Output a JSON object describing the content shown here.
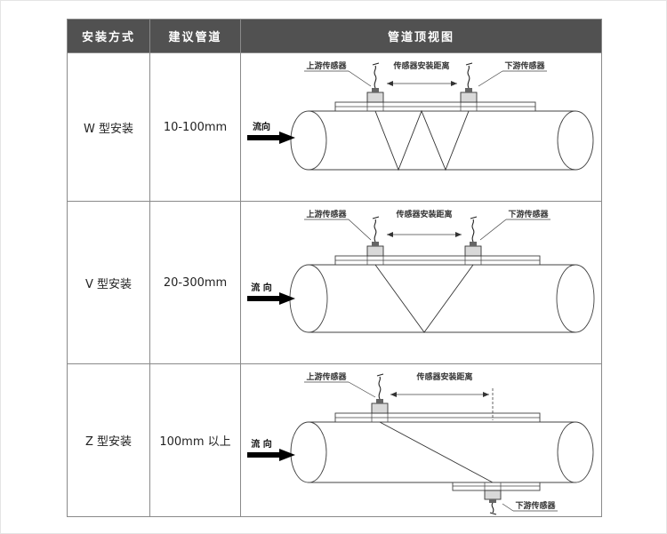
{
  "colors": {
    "header_bg": "#515151",
    "header_text": "#ffffff",
    "table_border": "#8a8a8a",
    "line": "#404040"
  },
  "table": {
    "headers": [
      "安装方式",
      "建议管道",
      "管道顶视图"
    ],
    "rows": [
      {
        "method": "W 型安装",
        "pipe": "10-100mm",
        "diagram": "W"
      },
      {
        "method": "V 型安装",
        "pipe": "20-300mm",
        "diagram": "V"
      },
      {
        "method": "Z 型安装",
        "pipe": "100mm 以上",
        "diagram": "Z"
      }
    ]
  },
  "labels": {
    "upstream": "上游传感器",
    "downstream": "下游传感器",
    "distance": "传感器安装距离",
    "flow": "流向",
    "flow_spaced": "流 向"
  }
}
